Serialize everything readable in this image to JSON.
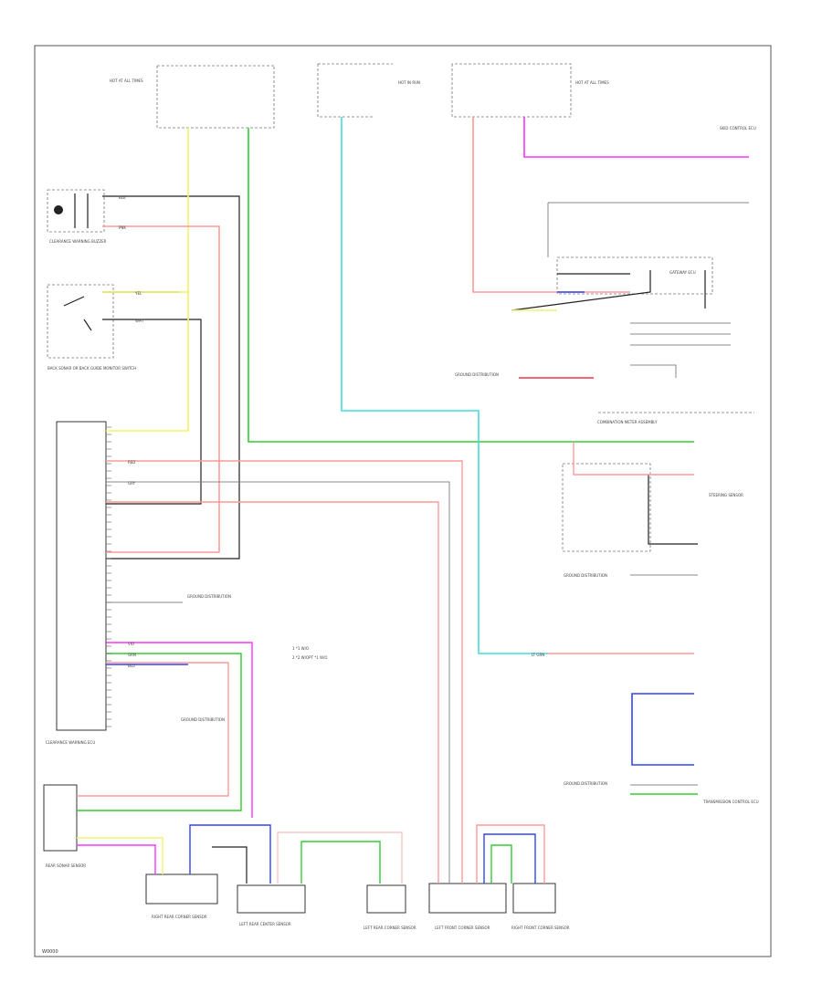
{
  "diagram": {
    "code": "W0000",
    "legend": {
      "item1": "1  *1 W/O",
      "item2": "2  *2 W/OPT *1 W/O"
    },
    "wire_colors": {
      "yellow": "#f2f26a",
      "green": "#33cc33",
      "cyan": "#44dddd",
      "pink": "#ff9999",
      "red": "#ee3344",
      "magenta": "#ff33ff",
      "blue": "#3344ee",
      "black": "#222222",
      "grey": "#999999"
    },
    "components": {
      "top_left_fuse": "HOT AT ALL TIMES",
      "top_center": "HOT IN RUN",
      "top_right": "HOT AT ALL TIMES",
      "horn": "CLEARANCE WARNING BUZZER",
      "switch_block": "BACK SONAR OR BACK GUIDE MONITOR SWITCH",
      "ecu": "CLEARANCE WARNING ECU",
      "bottom_left_connector": "REAR SONAR SENSOR",
      "sensor_1": "RIGHT REAR CORNER SENSOR",
      "sensor_2": "LEFT REAR CENTER SENSOR",
      "sensor_3": "LEFT REAR CORNER SENSOR",
      "sensor_4": "LEFT FRONT CORNER SENSOR",
      "sensor_5": "RIGHT FRONT CORNER SENSOR",
      "combination_meter": "COMBINATION METER ASSEMBLY",
      "right_top_module": "SKID CONTROL ECU",
      "right_mid_module": "STEERING SENSOR",
      "right_bottom_module": "TRANSMISSION CONTROL ECU",
      "gateway": "GATEWAY ECU",
      "ground_ref": "GROUND DISTRIBUTION",
      "ground_ref2": "GROUND DISTRIBUTION",
      "ground_ref3": "GROUND DISTRIBUTION",
      "ground_ref4": "GROUND DISTRIBUTION",
      "ground_ref5": "GROUND DISTRIBUTION"
    },
    "wire_labels": {
      "yel": "YEL",
      "grn": "GRN",
      "blu": "BLU",
      "red": "RED",
      "pnk": "PNK",
      "blk": "BLK",
      "wht": "WHT",
      "gry": "GRY",
      "vio": "VIO",
      "ltgrn": "LT GRN"
    }
  }
}
